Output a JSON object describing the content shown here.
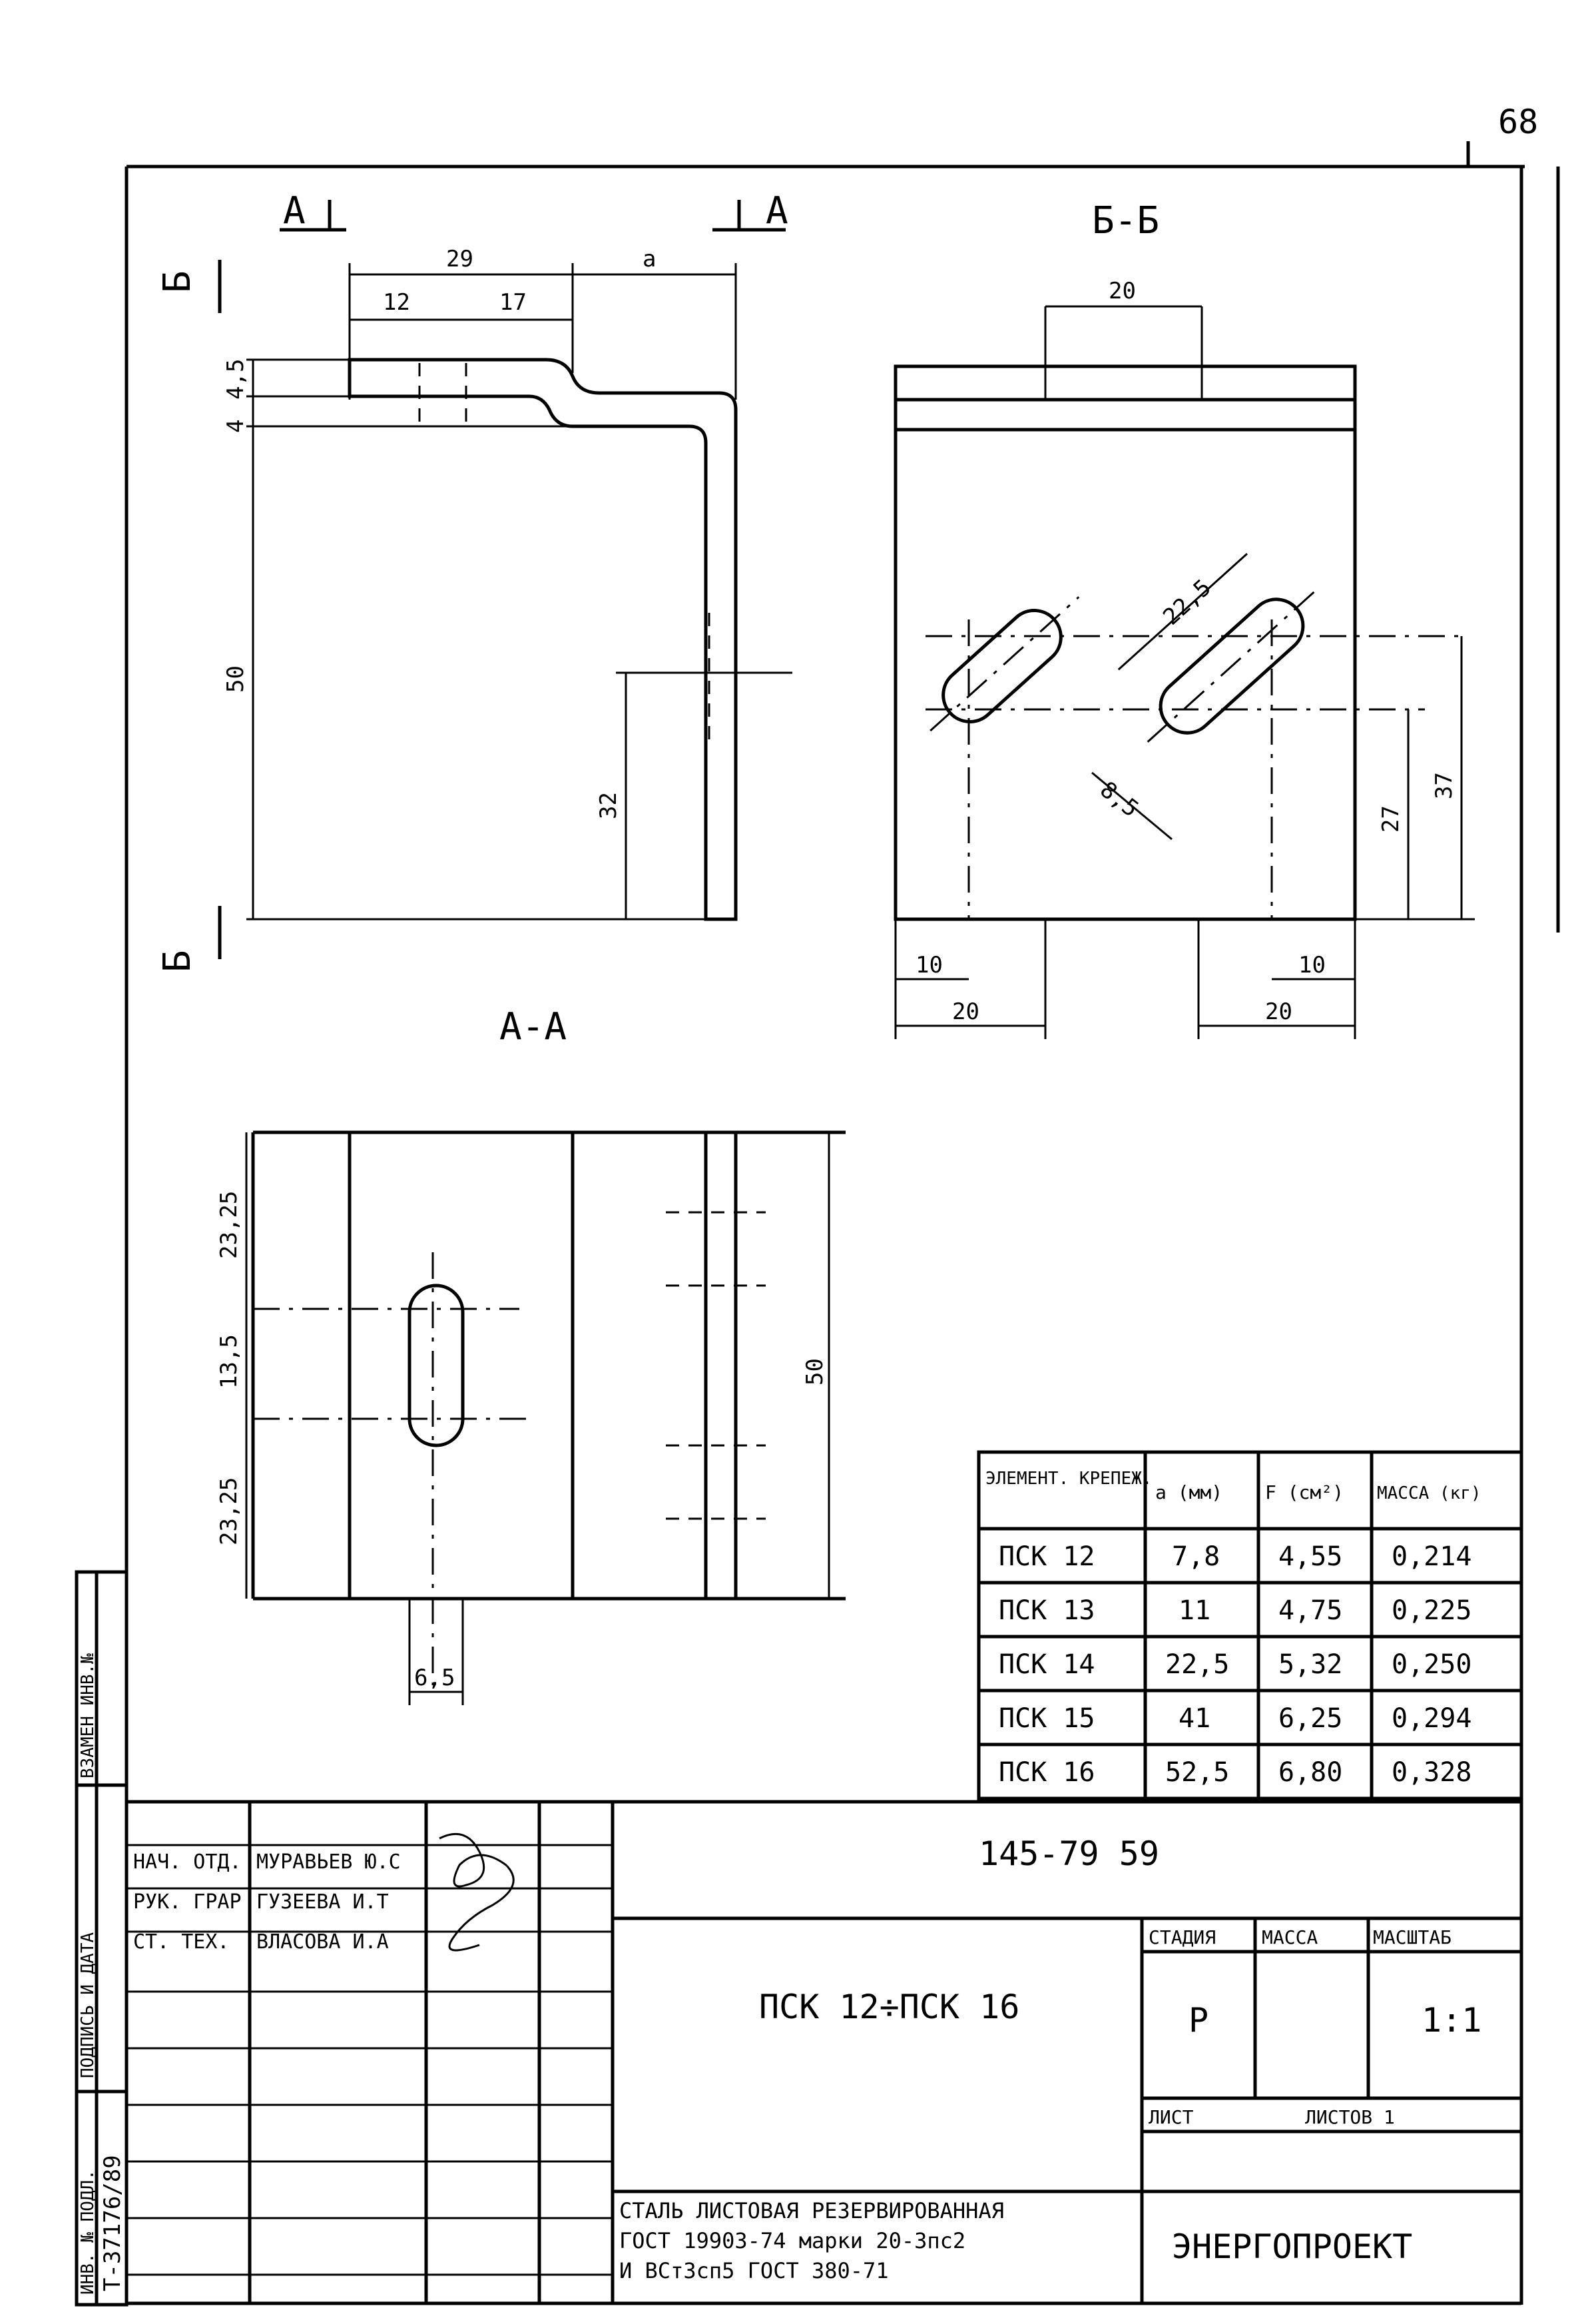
{
  "page_number": "68",
  "sections": {
    "cut_a_left": "A",
    "cut_a_right": "A",
    "view_a_a": "A-A",
    "view_b_b": "Б-Б",
    "cut_b_top": "Б",
    "cut_b_bottom": "Б"
  },
  "dims": {
    "d29": "29",
    "da": "a",
    "d12": "12",
    "d17": "17",
    "d45": "4,5",
    "d4": "4",
    "d50": "50",
    "d32": "32",
    "d20_top": "20",
    "d225": "22,5",
    "d85": "8,5",
    "d37": "37",
    "d27": "27",
    "d10_left": "10",
    "d20_left": "20",
    "d10_right": "10",
    "d20_right": "20",
    "d2325_top": "23,25",
    "d135": "13,5",
    "d2325_bot": "23,25",
    "d50_side": "50",
    "d65": "6,5"
  },
  "spec_table": {
    "headers": [
      "ЭЛЕМЕНТ. КРЕПЕЖ.",
      "a (мм)",
      "F (см²)",
      "МАССА (кг)"
    ],
    "rows": [
      [
        "ПСК 12",
        "7,8",
        "4,55",
        "0,214"
      ],
      [
        "ПСК 13",
        "11",
        "4,75",
        "0,225"
      ],
      [
        "ПСК 14",
        "22,5",
        "5,32",
        "0,250"
      ],
      [
        "ПСК 15",
        "41",
        "6,25",
        "0,294"
      ],
      [
        "ПСК 16",
        "52,5",
        "6,80",
        "0,328"
      ]
    ]
  },
  "side_stamp": {
    "vzam_inv": "ВЗАМЕН ИНВ.№",
    "podpis_data": "ПОДПИСЬ И ДАТА",
    "inv_podl": "ИНВ. № ПОДЛ.",
    "inv_number": "Т-37176/89"
  },
  "title_block": {
    "staff": [
      {
        "role": "НАЧ. ОТД.",
        "name": "МУРАВЬЕВ Ю.С"
      },
      {
        "role": "РУК. ГРАР",
        "name": "ГУЗЕЕВА И.Т"
      },
      {
        "role": "СТ. ТЕХ.",
        "name": "ВЛАСОВА И.А"
      }
    ],
    "doc_code": "145-79 59",
    "title": "ПСК 12÷ПСК 16",
    "stage_label": "СТАДИЯ",
    "mass_label": "МАССА",
    "scale_label": "МАСШТАБ",
    "stage_value": "Р",
    "scale_value": "1:1",
    "sheet_label": "ЛИСТ",
    "sheets_label": "ЛИСТОВ 1",
    "material": [
      "СТАЛЬ ЛИСТОВАЯ РЕЗЕРВИРОВАННАЯ",
      "ГОСТ 19903-74 марки 20-3пс2",
      "И ВСт3сп5 ГОСТ 380-71"
    ],
    "organization": "ЭНЕРГОПРОЕКТ"
  }
}
